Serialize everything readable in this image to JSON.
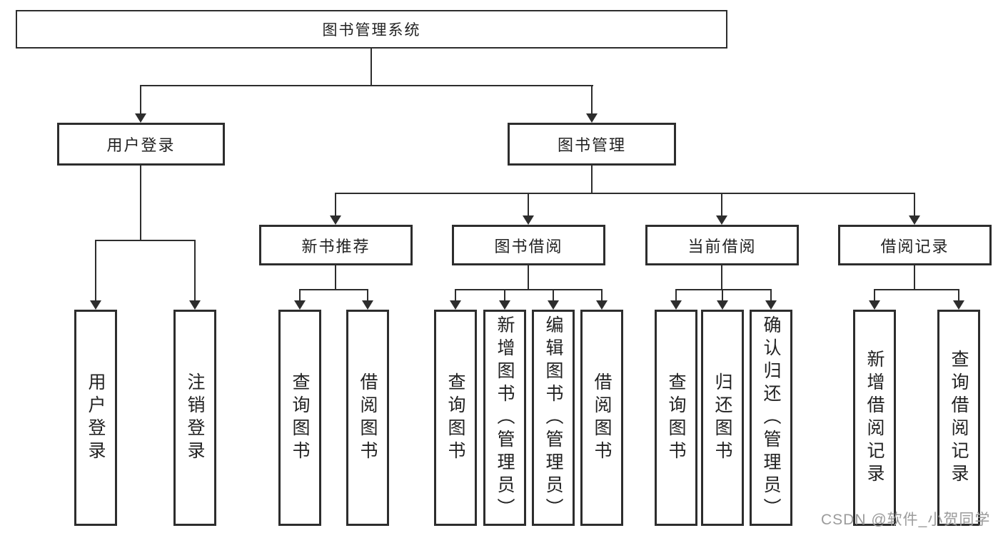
{
  "diagram": {
    "root": {
      "label": "图书管理系统"
    },
    "branches": [
      {
        "label": "用户登录",
        "leaves": [
          {
            "label": "用户登录"
          },
          {
            "label": "注销登录"
          }
        ]
      },
      {
        "label": "图书管理",
        "groups": [
          {
            "label": "新书推荐",
            "leaves": [
              {
                "label": "查询图书"
              },
              {
                "label": "借阅图书"
              }
            ]
          },
          {
            "label": "图书借阅",
            "leaves": [
              {
                "label": "查询图书"
              },
              {
                "label": "新增图书（管理员）"
              },
              {
                "label": "编辑图书（管理员）"
              },
              {
                "label": "借阅图书"
              }
            ]
          },
          {
            "label": "当前借阅",
            "leaves": [
              {
                "label": "查询图书"
              },
              {
                "label": "归还图书"
              },
              {
                "label": "确认归还（管理员）"
              }
            ]
          },
          {
            "label": "借阅记录",
            "leaves": [
              {
                "label": "新增借阅记录"
              },
              {
                "label": "查询借阅记录"
              }
            ]
          }
        ]
      }
    ]
  },
  "watermark": {
    "text": "CSDN @软件_小贺同学",
    "color": "#9b9b9b"
  },
  "colors": {
    "line": "#2d2d2d",
    "box_border": "#2d2d2d",
    "box_bg": "#ffffff",
    "page_bg": "#ffffff",
    "text": "#222222"
  }
}
